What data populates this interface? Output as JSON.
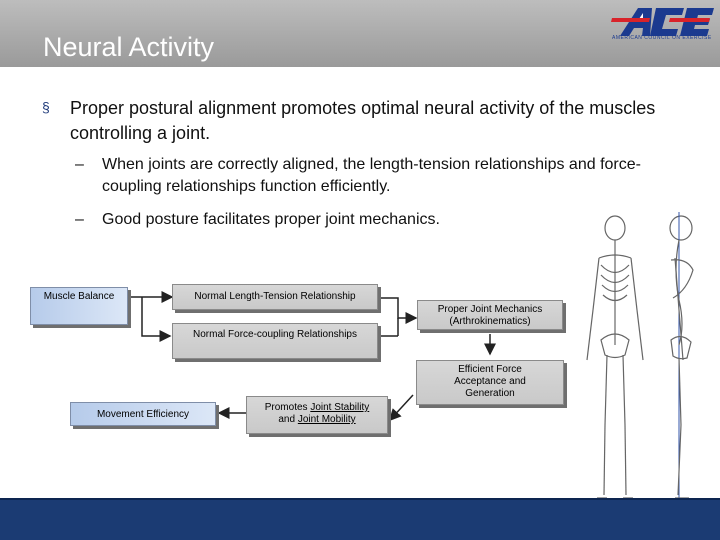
{
  "slide": {
    "title": "Neural Activity",
    "logo_text": "ACE",
    "logo_tagline": "AMERICAN COUNCIL ON EXERCISE"
  },
  "content": {
    "bullet_marker": "§",
    "bullet": "Proper postural alignment promotes optimal neural activity of the muscles controlling a joint.",
    "subbullets": [
      {
        "dash": "–",
        "text": "When joints are correctly aligned, the length-tension relationships and force-coupling relationships function efficiently."
      },
      {
        "dash": "–",
        "text": "Good posture facilitates proper joint mechanics."
      }
    ]
  },
  "diagram": {
    "muscle_balance": "Muscle Balance",
    "length_tension": "Normal Length-Tension Relationship",
    "force_coupling": "Normal Force-coupling Relationships",
    "joint_mechanics": "Proper Joint Mechanics",
    "joint_mechanics_sub": "(Arthrokinematics)",
    "efficient_force": "Efficient Force Acceptance and Generation",
    "promotes_prefix": "Promotes ",
    "joint_stability": "Joint Stability",
    "and_text": " and ",
    "joint_mobility": "Joint Mobility",
    "movement_efficiency": "Movement Efficiency"
  },
  "colors": {
    "header": "#a8a8a8",
    "footer": "#1b3b73",
    "logo_blue": "#1b3a8f",
    "logo_red": "#d8232a",
    "box_blue": "#c5d6f0",
    "box_gray": "#d0d0d0"
  }
}
